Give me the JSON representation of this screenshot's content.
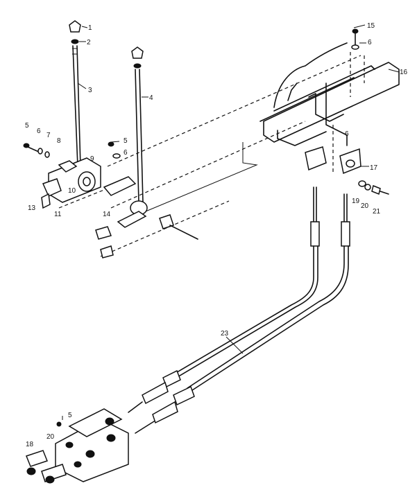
{
  "diagram": {
    "callouts": [
      {
        "id": "c1",
        "text": "1"
      },
      {
        "id": "c2",
        "text": "2"
      },
      {
        "id": "c3",
        "text": "3"
      },
      {
        "id": "c4",
        "text": "4"
      },
      {
        "id": "c5a",
        "text": "5"
      },
      {
        "id": "c5b",
        "text": "5"
      },
      {
        "id": "c5c",
        "text": "5"
      },
      {
        "id": "c6a",
        "text": "6"
      },
      {
        "id": "c6b",
        "text": "6"
      },
      {
        "id": "c6c",
        "text": "6"
      },
      {
        "id": "c6d",
        "text": "6"
      },
      {
        "id": "c7",
        "text": "7"
      },
      {
        "id": "c8",
        "text": "8"
      },
      {
        "id": "c9",
        "text": "9"
      },
      {
        "id": "c10",
        "text": "10"
      },
      {
        "id": "c11",
        "text": "11"
      },
      {
        "id": "c13",
        "text": "13"
      },
      {
        "id": "c14",
        "text": "14"
      },
      {
        "id": "c15",
        "text": "15"
      },
      {
        "id": "c16",
        "text": "16"
      },
      {
        "id": "c17",
        "text": "17"
      },
      {
        "id": "c18",
        "text": "18"
      },
      {
        "id": "c19",
        "text": "19"
      },
      {
        "id": "c20a",
        "text": "20"
      },
      {
        "id": "c20b",
        "text": "20"
      },
      {
        "id": "c21",
        "text": "21"
      },
      {
        "id": "c23",
        "text": "23"
      }
    ],
    "colors": {
      "ink": "#111111",
      "paper": "#ffffff"
    }
  }
}
